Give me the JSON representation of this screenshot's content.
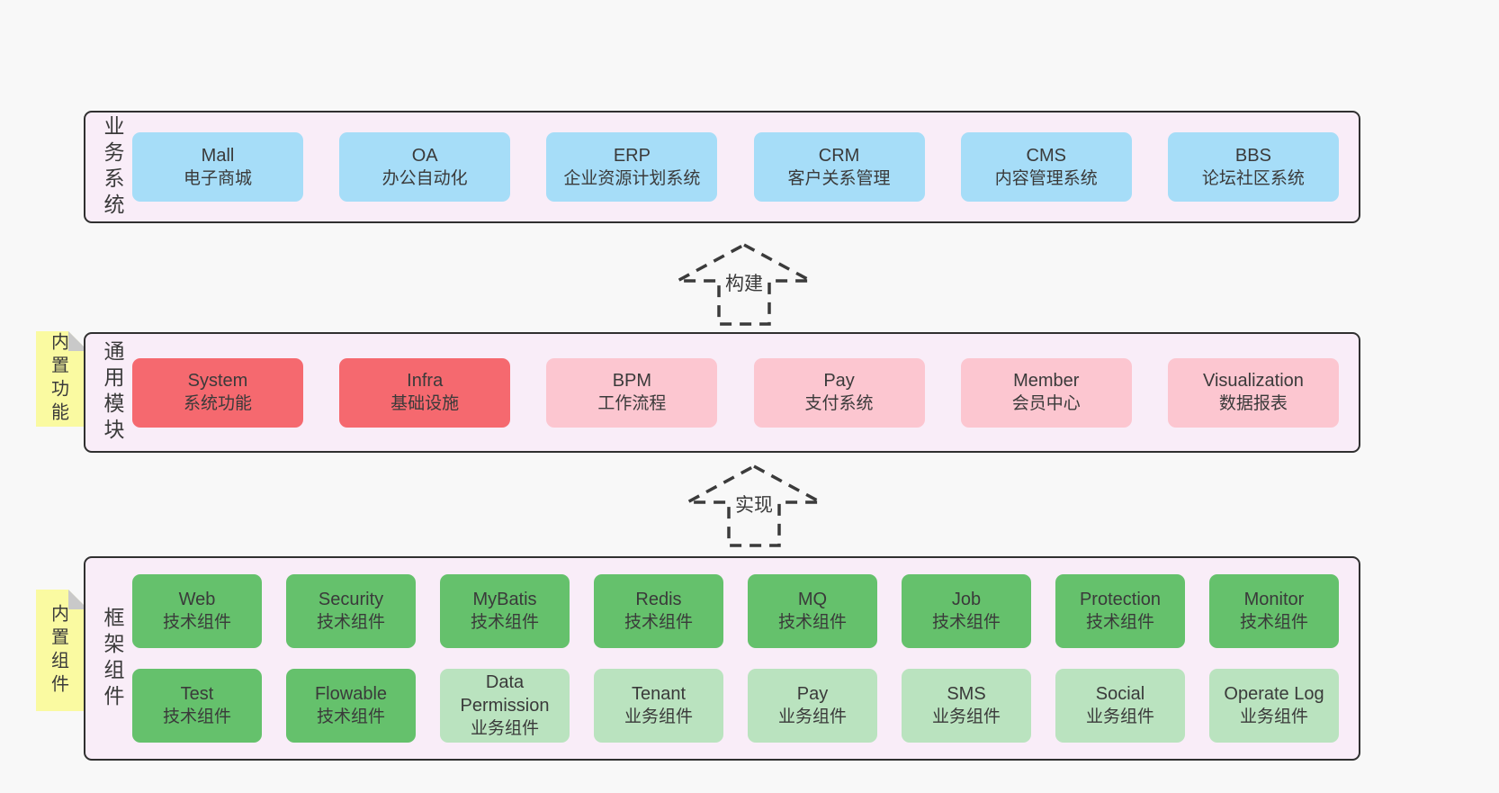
{
  "business": {
    "label": "业务系统",
    "boxes": [
      {
        "name": "Mall",
        "desc": "电子商城"
      },
      {
        "name": "OA",
        "desc": "办公自动化"
      },
      {
        "name": "ERP",
        "desc": "企业资源计划系统"
      },
      {
        "name": "CRM",
        "desc": "客户关系管理"
      },
      {
        "name": "CMS",
        "desc": "内容管理系统"
      },
      {
        "name": "BBS",
        "desc": "论坛社区系统"
      }
    ]
  },
  "arrow_build": {
    "label": "构建"
  },
  "modules": {
    "label": "通用模块",
    "tag": "内置功能",
    "boxes": [
      {
        "name": "System",
        "desc": "系统功能"
      },
      {
        "name": "Infra",
        "desc": "基础设施"
      },
      {
        "name": "BPM",
        "desc": "工作流程"
      },
      {
        "name": "Pay",
        "desc": "支付系统"
      },
      {
        "name": "Member",
        "desc": "会员中心"
      },
      {
        "name": "Visualization",
        "desc": "数据报表"
      }
    ]
  },
  "arrow_implement": {
    "label": "实现"
  },
  "framework": {
    "label": "框架组件",
    "tag": "内置组件",
    "row1": [
      {
        "name": "Web",
        "desc": "技术组件"
      },
      {
        "name": "Security",
        "desc": "技术组件"
      },
      {
        "name": "MyBatis",
        "desc": "技术组件"
      },
      {
        "name": "Redis",
        "desc": "技术组件"
      },
      {
        "name": "MQ",
        "desc": "技术组件"
      },
      {
        "name": "Job",
        "desc": "技术组件"
      },
      {
        "name": "Protection",
        "desc": "技术组件"
      },
      {
        "name": "Monitor",
        "desc": "技术组件"
      }
    ],
    "row2": [
      {
        "name": "Test",
        "desc": "技术组件"
      },
      {
        "name": "Flowable",
        "desc": "技术组件"
      },
      {
        "name": "Data Permission",
        "desc": "业务组件"
      },
      {
        "name": "Tenant",
        "desc": "业务组件"
      },
      {
        "name": "Pay",
        "desc": "业务组件"
      },
      {
        "name": "SMS",
        "desc": "业务组件"
      },
      {
        "name": "Social",
        "desc": "业务组件"
      },
      {
        "name": "Operate Log",
        "desc": "业务组件"
      }
    ]
  },
  "colors": {
    "page_bg": "#f8f8f8",
    "section_bg": "#f9edf8",
    "section_border": "#303030",
    "box_blue": "#a6ddf8",
    "box_red": "#f5696f",
    "box_pink": "#fcc6d0",
    "box_green": "#65c16c",
    "box_light_green": "#bae3bf",
    "sticky_yellow": "#fafaa1",
    "sticky_fold": "#c9c9c9",
    "text": "#3a3a3a"
  }
}
